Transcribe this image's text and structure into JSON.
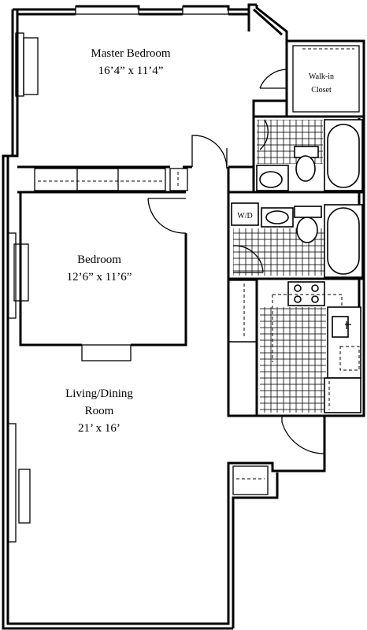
{
  "plan": {
    "rooms": [
      {
        "name": "Master Bedroom",
        "dims": "16’4” x 11’4”"
      },
      {
        "name": "Bedroom",
        "dims": "12’6” x 11’6”"
      },
      {
        "name_line1": "Living/Dining",
        "name_line2": "Room",
        "dims": "21’ x 16’"
      }
    ],
    "walk_in_closet": {
      "line1": "Walk-in",
      "line2": "Closet"
    },
    "washer_dryer": "W/D"
  }
}
